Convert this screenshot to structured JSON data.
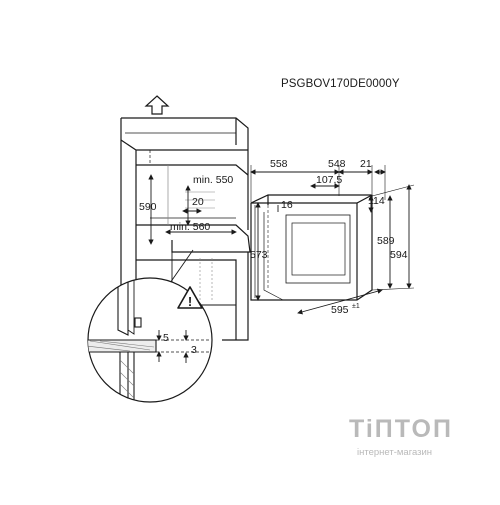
{
  "diagram": {
    "model_code": "PSGBOV170DE0000Y",
    "cabinet": {
      "height_590": "590",
      "min_550": "min. 550",
      "depth_20": "20",
      "min_560": "min. 560"
    },
    "oven": {
      "width_558": "558",
      "depth_548": "548",
      "door_21": "21",
      "depth_107_5": "107,5",
      "top_16": "16",
      "top_114": "114",
      "height_573": "573",
      "height_589": "589",
      "height_594": "594",
      "width_595": "595",
      "width_595_tol": "±1"
    },
    "detail": {
      "gap_5": "5",
      "gap_3": "3",
      "warning_symbol": "!"
    }
  },
  "watermark": {
    "brand": "TiПTOП",
    "subtitle": "інтернет-магазин"
  },
  "icons": {
    "up_arrow": "up-arrow-icon",
    "warning": "warning-triangle-icon"
  }
}
